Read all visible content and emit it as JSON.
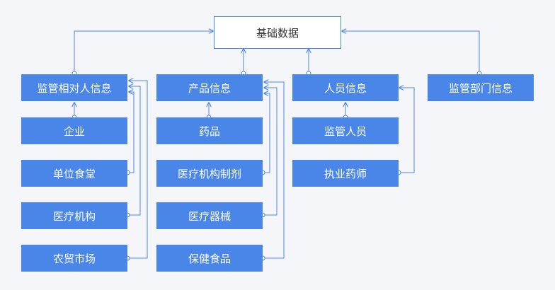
{
  "diagram": {
    "root": {
      "label": "基础数据"
    },
    "categories": [
      {
        "label": "监管相对人信息",
        "children": [
          "企业",
          "单位食堂",
          "医疗机构",
          "农贸市场"
        ]
      },
      {
        "label": "产品信息",
        "children": [
          "药品",
          "医疗机构制剂",
          "医疗器械",
          "保健食品"
        ]
      },
      {
        "label": "人员信息",
        "children": [
          "监管人员",
          "执业药师"
        ]
      },
      {
        "label": "监管部门信息",
        "children": []
      }
    ]
  },
  "colors": {
    "box_fill": "#4a86e8",
    "line": "#4a86e8",
    "background": "#f5f6fa",
    "root_border": "#4a86e8"
  }
}
